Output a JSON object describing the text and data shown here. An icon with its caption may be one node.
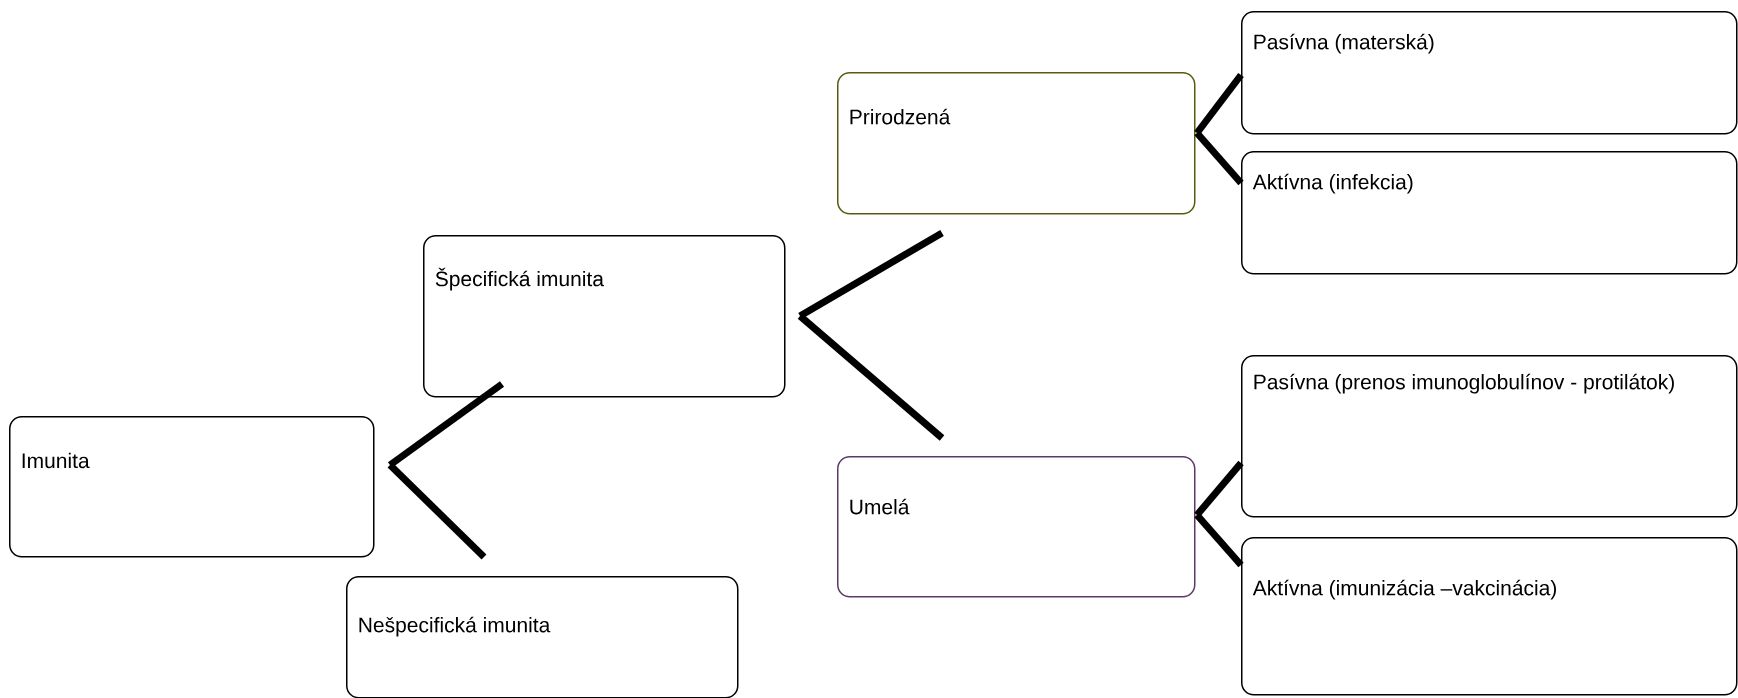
{
  "diagram": {
    "nodes": [
      {
        "text": [
          "Imunita"
        ]
      },
      {
        "text": [
          "Nešpecifická imunita"
        ]
      },
      {
        "text": [
          "Špecifická imunita"
        ]
      },
      {
        "text": [
          "Prirodzená"
        ]
      },
      {
        "text": [
          "Umelá"
        ]
      },
      {
        "text": [
          "Pasívna (materská)"
        ]
      },
      {
        "text": [
          "Aktívna (infekcia)"
        ]
      },
      {
        "text": [
          "Pasívna (prenos imunoglobulínov - protilátok)"
        ]
      },
      {
        "text": [
          "Aktívna (imunizácia –vakcinácia)"
        ]
      }
    ],
    "edges": [
      {
        "from": 0,
        "to": 2,
        "arrow": "none"
      },
      {
        "from": 0,
        "to": 1,
        "arrow": "none"
      },
      {
        "from": 2,
        "to": 3,
        "arrow": "none"
      },
      {
        "from": 2,
        "to": 4,
        "arrow": "none"
      },
      {
        "from": 3,
        "to": 5,
        "arrow": "none"
      },
      {
        "from": 3,
        "to": 6,
        "arrow": "none"
      },
      {
        "from": 4,
        "to": 7,
        "arrow": "none"
      },
      {
        "from": 4,
        "to": 8,
        "arrow": "none"
      }
    ]
  }
}
